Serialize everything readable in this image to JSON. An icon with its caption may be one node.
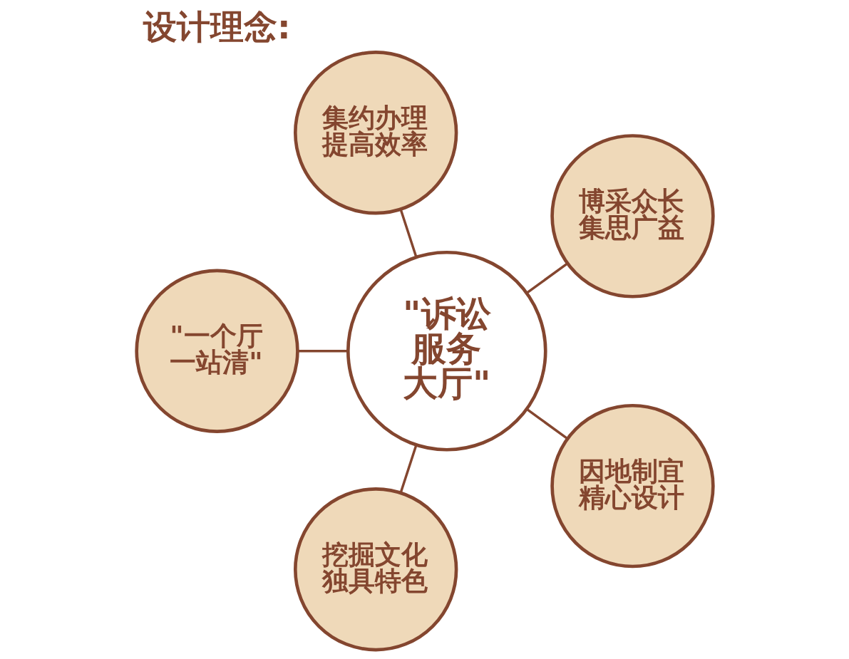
{
  "diagram": {
    "title": "设计理念:",
    "nodes": [
      {
        "text": [
          "集约办理提高效率"
        ]
      },
      {
        "text": [
          "\"一个厅一站清\""
        ]
      },
      {
        "text": [
          "博采众长集思广益"
        ]
      },
      {
        "text": [
          "\"诉讼服务大厅\""
        ]
      },
      {
        "text": [
          "挖掘文化独具特色"
        ]
      },
      {
        "text": [
          "因地制宜精心设计"
        ]
      }
    ],
    "edges": [
      {
        "from": 3,
        "to": 0,
        "arrow": "none"
      },
      {
        "from": 3,
        "to": 1,
        "arrow": "none"
      },
      {
        "from": 3,
        "to": 2,
        "arrow": "none"
      },
      {
        "from": 3,
        "to": 4,
        "arrow": "none"
      },
      {
        "from": 3,
        "to": 5,
        "arrow": "none"
      }
    ]
  }
}
